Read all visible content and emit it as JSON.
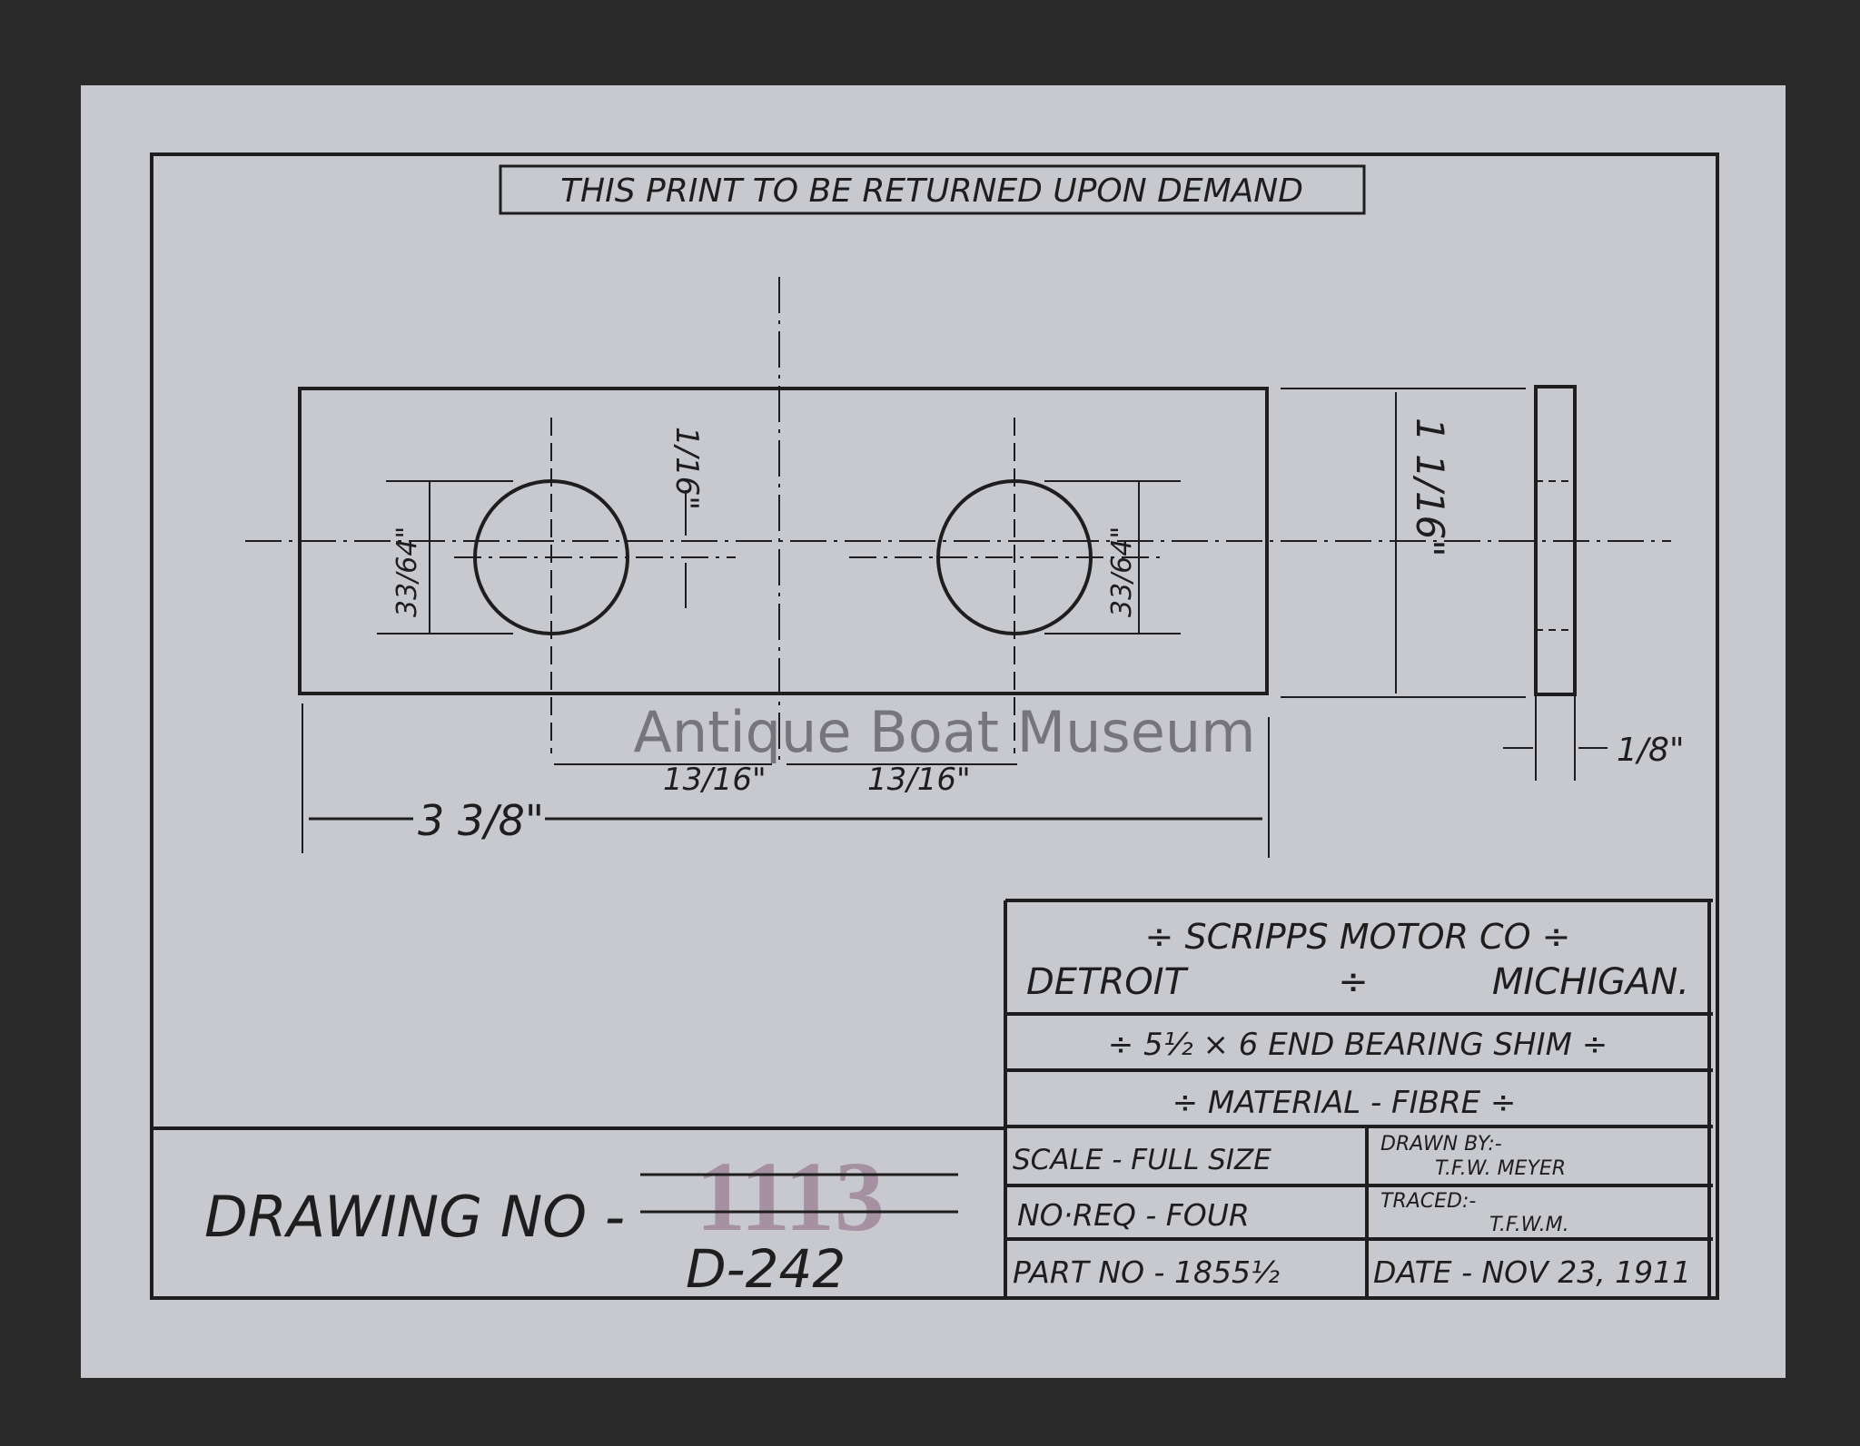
{
  "header_note": "THIS PRINT TO BE RETURNED UPON DEMAND",
  "dimensions": {
    "hole_offset": "1/16\"",
    "hole_dia_left": "33/64\"",
    "hole_dia_right": "33/64\"",
    "width": "1 1/16\"",
    "thickness": "1/8\"",
    "hole_spacing_left": "13/16\"",
    "hole_spacing_right": "13/16\"",
    "length": "3 3/8\""
  },
  "title_block": {
    "company": "÷ SCRIPPS MOTOR CO ÷",
    "city": "DETROIT",
    "state": "MICHIGAN.",
    "part_name": "÷ 5½ × 6 END BEARING SHIM ÷",
    "material": "÷ MATERIAL - FIBRE ÷",
    "scale": "SCALE - FULL SIZE",
    "drawn_by_label": "DRAWN BY:-",
    "drawn_by": "T.F.W. MEYER",
    "no_req": "NO·REQ - FOUR",
    "traced_label": "TRACED:-",
    "traced_by": "T.F.W.M.",
    "part_no": "PART NO - 1855½",
    "date": "DATE - NOV 23, 1911"
  },
  "drawing_number": {
    "label": "DRAWING NO -",
    "old_number": "1113",
    "number": "D-242"
  },
  "watermark": "Antique Boat Museum",
  "colors": {
    "paper": "#c8c9ce",
    "ink": "#1e1e1e",
    "stamp": "#9a7f93",
    "background": "#2a2a2a"
  }
}
